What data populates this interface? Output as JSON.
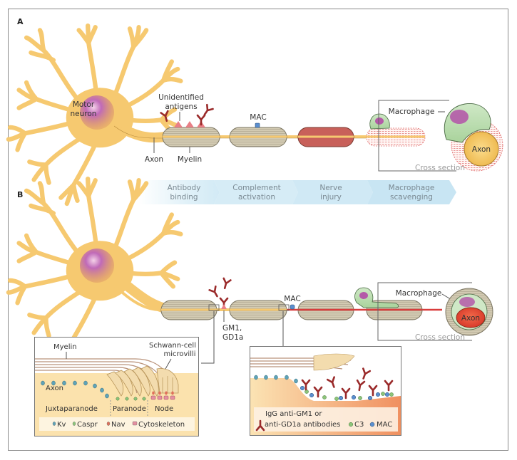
{
  "figure": {
    "panels": {
      "A": {
        "letter": "A",
        "labels": {
          "motor_neuron_line1": "Motor",
          "motor_neuron_line2": "neuron",
          "unidentified_line1": "Unidentified",
          "unidentified_line2": "antigens",
          "mac": "MAC",
          "axon": "Axon",
          "myelin": "Myelin",
          "macrophage": "Macrophage",
          "cross_axon": "Axon",
          "cross_section": "Cross section"
        }
      },
      "B": {
        "letter": "B",
        "labels": {
          "gm1_line1": "GM1,",
          "gm1_line2": "GD1a",
          "mac": "MAC",
          "macrophage": "Macrophage",
          "cross_axon": "Axon",
          "cross_section": "Cross section"
        },
        "inset_left": {
          "myelin": "Myelin",
          "schwann_line1": "Schwann-cell",
          "schwann_line2": "microvilli",
          "axon": "Axon",
          "regions": [
            "Juxtaparanode",
            "Paranode",
            "Node"
          ],
          "legend": [
            {
              "label": "Kv",
              "color": "#5fa3b8"
            },
            {
              "label": "Caspr",
              "color": "#8cc47a"
            },
            {
              "label": "Nav",
              "color": "#e0705a"
            },
            {
              "label": "Cytoskeleton",
              "color": "#e58fa0"
            }
          ]
        },
        "inset_right": {
          "legend_line1": "IgG anti-GM1 or",
          "legend_line2": "anti-GD1a antibodies",
          "legend_items": [
            {
              "label": "C3",
              "color": "#8cc47a"
            },
            {
              "label": "MAC",
              "color": "#5b8fcf"
            }
          ]
        }
      }
    },
    "process_steps": [
      {
        "line1": "Antibody",
        "line2": "binding"
      },
      {
        "line1": "Complement",
        "line2": "activation"
      },
      {
        "line1": "Nerve",
        "line2": "injury"
      },
      {
        "line1": "Macrophage",
        "line2": "scavenging"
      }
    ],
    "colors": {
      "neuron": "#f6c970",
      "neuron_outline": "#b88a3a",
      "nucleus": "#b05aa8",
      "myelin": "#cfc6ae",
      "myelin_outline": "#7a7460",
      "damaged_myelin": "#c8605a",
      "antibody": "#9a2a2a",
      "mac": "#5b8fcf",
      "macrophage": "#b9dcb0",
      "axon_injured": "#d93c3c",
      "arrow": "#d9edf6"
    }
  }
}
